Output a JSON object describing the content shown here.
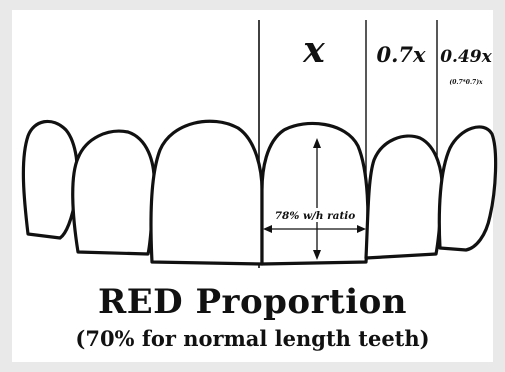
{
  "labels": {
    "central_width": "x",
    "lateral_width": "0.7x",
    "canine_width": "0.49x",
    "canine_formula": "(0.7*0.7)x",
    "wh_ratio": "78% w/h ratio"
  },
  "title": "RED Proportion",
  "subtitle": "(70% for normal length teeth)",
  "colors": {
    "background": "#e9e9e9",
    "panel": "#ffffff",
    "ink": "#111111"
  }
}
